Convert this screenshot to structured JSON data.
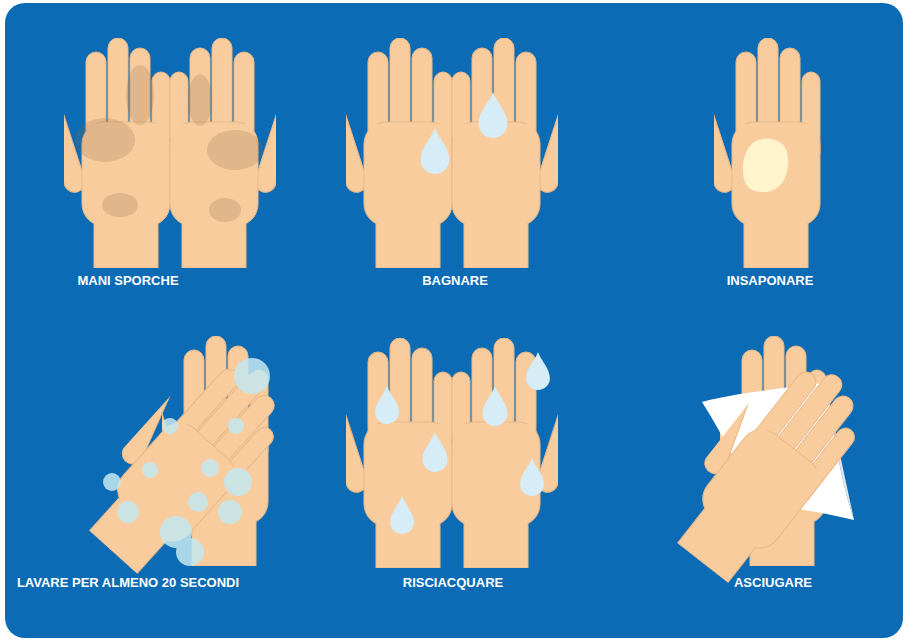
{
  "diagram": {
    "labels": [
      "MANI SPORCHE",
      "BAGNARE",
      "INSAPONARE",
      "LAVARE PER ALMENO 20 SECONDI",
      "RISCIACQUARE",
      "ASCIUGARE"
    ]
  }
}
